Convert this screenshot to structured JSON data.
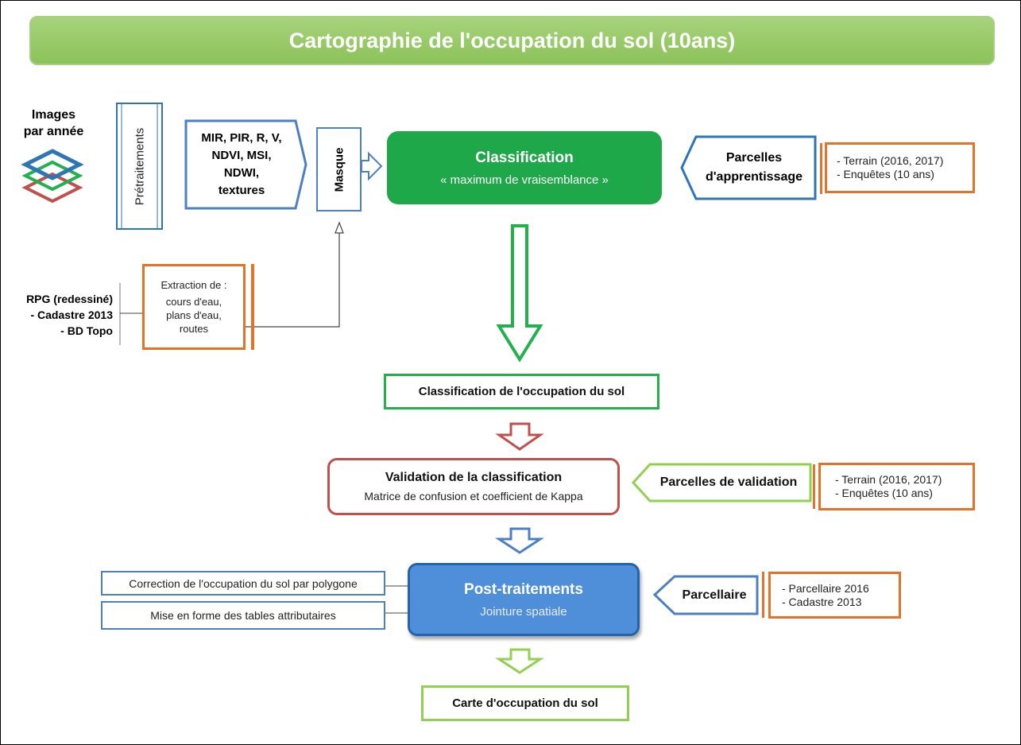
{
  "title": "Cartographie de l'occupation du sol (10ans)",
  "images_label": [
    "Images",
    "par année"
  ],
  "pretraitements": "Prétraitements",
  "indices": [
    "MIR, PIR, R, V,",
    "NDVI, MSI,",
    "NDWI,",
    "textures"
  ],
  "masque": "Masque",
  "classification": {
    "title": "Classification",
    "subtitle": "« maximum de vraisemblance »"
  },
  "parcelles_apprentissage": [
    "Parcelles",
    "d'apprentissage"
  ],
  "apprentissage_sources": [
    "- Terrain (2016, 2017)",
    "- Enquêtes (10 ans)"
  ],
  "sources_left": [
    "RPG (redessiné)",
    "- Cadastre 2013",
    "- BD Topo"
  ],
  "extraction": {
    "title": "Extraction de :",
    "items": [
      "cours d'eau,",
      "plans d'eau,",
      "routes"
    ]
  },
  "classification_result": "Classification de l'occupation du sol",
  "validation": {
    "title": "Validation de la classification",
    "subtitle": "Matrice de confusion et coefficient de Kappa"
  },
  "parcelles_validation": "Parcelles de validation",
  "validation_sources": [
    "- Terrain (2016, 2017)",
    "- Enquêtes (10 ans)"
  ],
  "post": {
    "title": "Post-traitements",
    "subtitle": "Jointure spatiale"
  },
  "post_left": [
    "Correction de l'occupation du sol par polygone",
    "Mise en forme des tables attributaires"
  ],
  "parcellaire": "Parcellaire",
  "parcellaire_sources": [
    "- Parcellaire 2016",
    "- Cadastre 2013"
  ],
  "final": "Carte d'occupation du sol",
  "colors": {
    "green": "#22b14c",
    "blue": "#4e7fc0",
    "orange": "#e2742a",
    "red": "#c0504d",
    "light_green": "#92d050"
  }
}
